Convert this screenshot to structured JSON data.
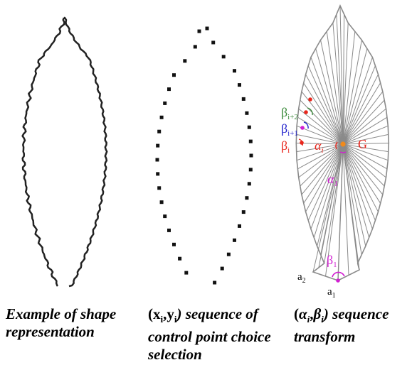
{
  "panels": {
    "shape": {
      "caption": [
        "Example of shape",
        "representation"
      ]
    },
    "control_points": {
      "caption": [
        "(x",
        "i",
        ",y",
        "i",
        ") sequence of",
        "control point choice",
        "selection"
      ]
    },
    "transform": {
      "caption": [
        "(",
        "α",
        "i",
        ",",
        "β",
        "i",
        ") sequence",
        "transform"
      ],
      "labels": {
        "beta_i2": [
          "β",
          "i+2"
        ],
        "beta_i1": [
          "β",
          "i+1"
        ],
        "beta_i": [
          "β",
          "i"
        ],
        "alpha_i": [
          "α",
          "i"
        ],
        "alpha_1": [
          "α",
          "1"
        ],
        "beta_1": [
          "β",
          "1"
        ],
        "G": "G",
        "a2": [
          "a",
          "2"
        ],
        "a1": [
          "a",
          "1"
        ]
      }
    }
  },
  "colors": {
    "outline": "#222222",
    "rays": "#8a8a8a",
    "red": "#e8261c",
    "green": "#3a8a3a",
    "blue": "#2222cc",
    "magenta": "#d21fd2",
    "orange": "#f08a1c"
  }
}
